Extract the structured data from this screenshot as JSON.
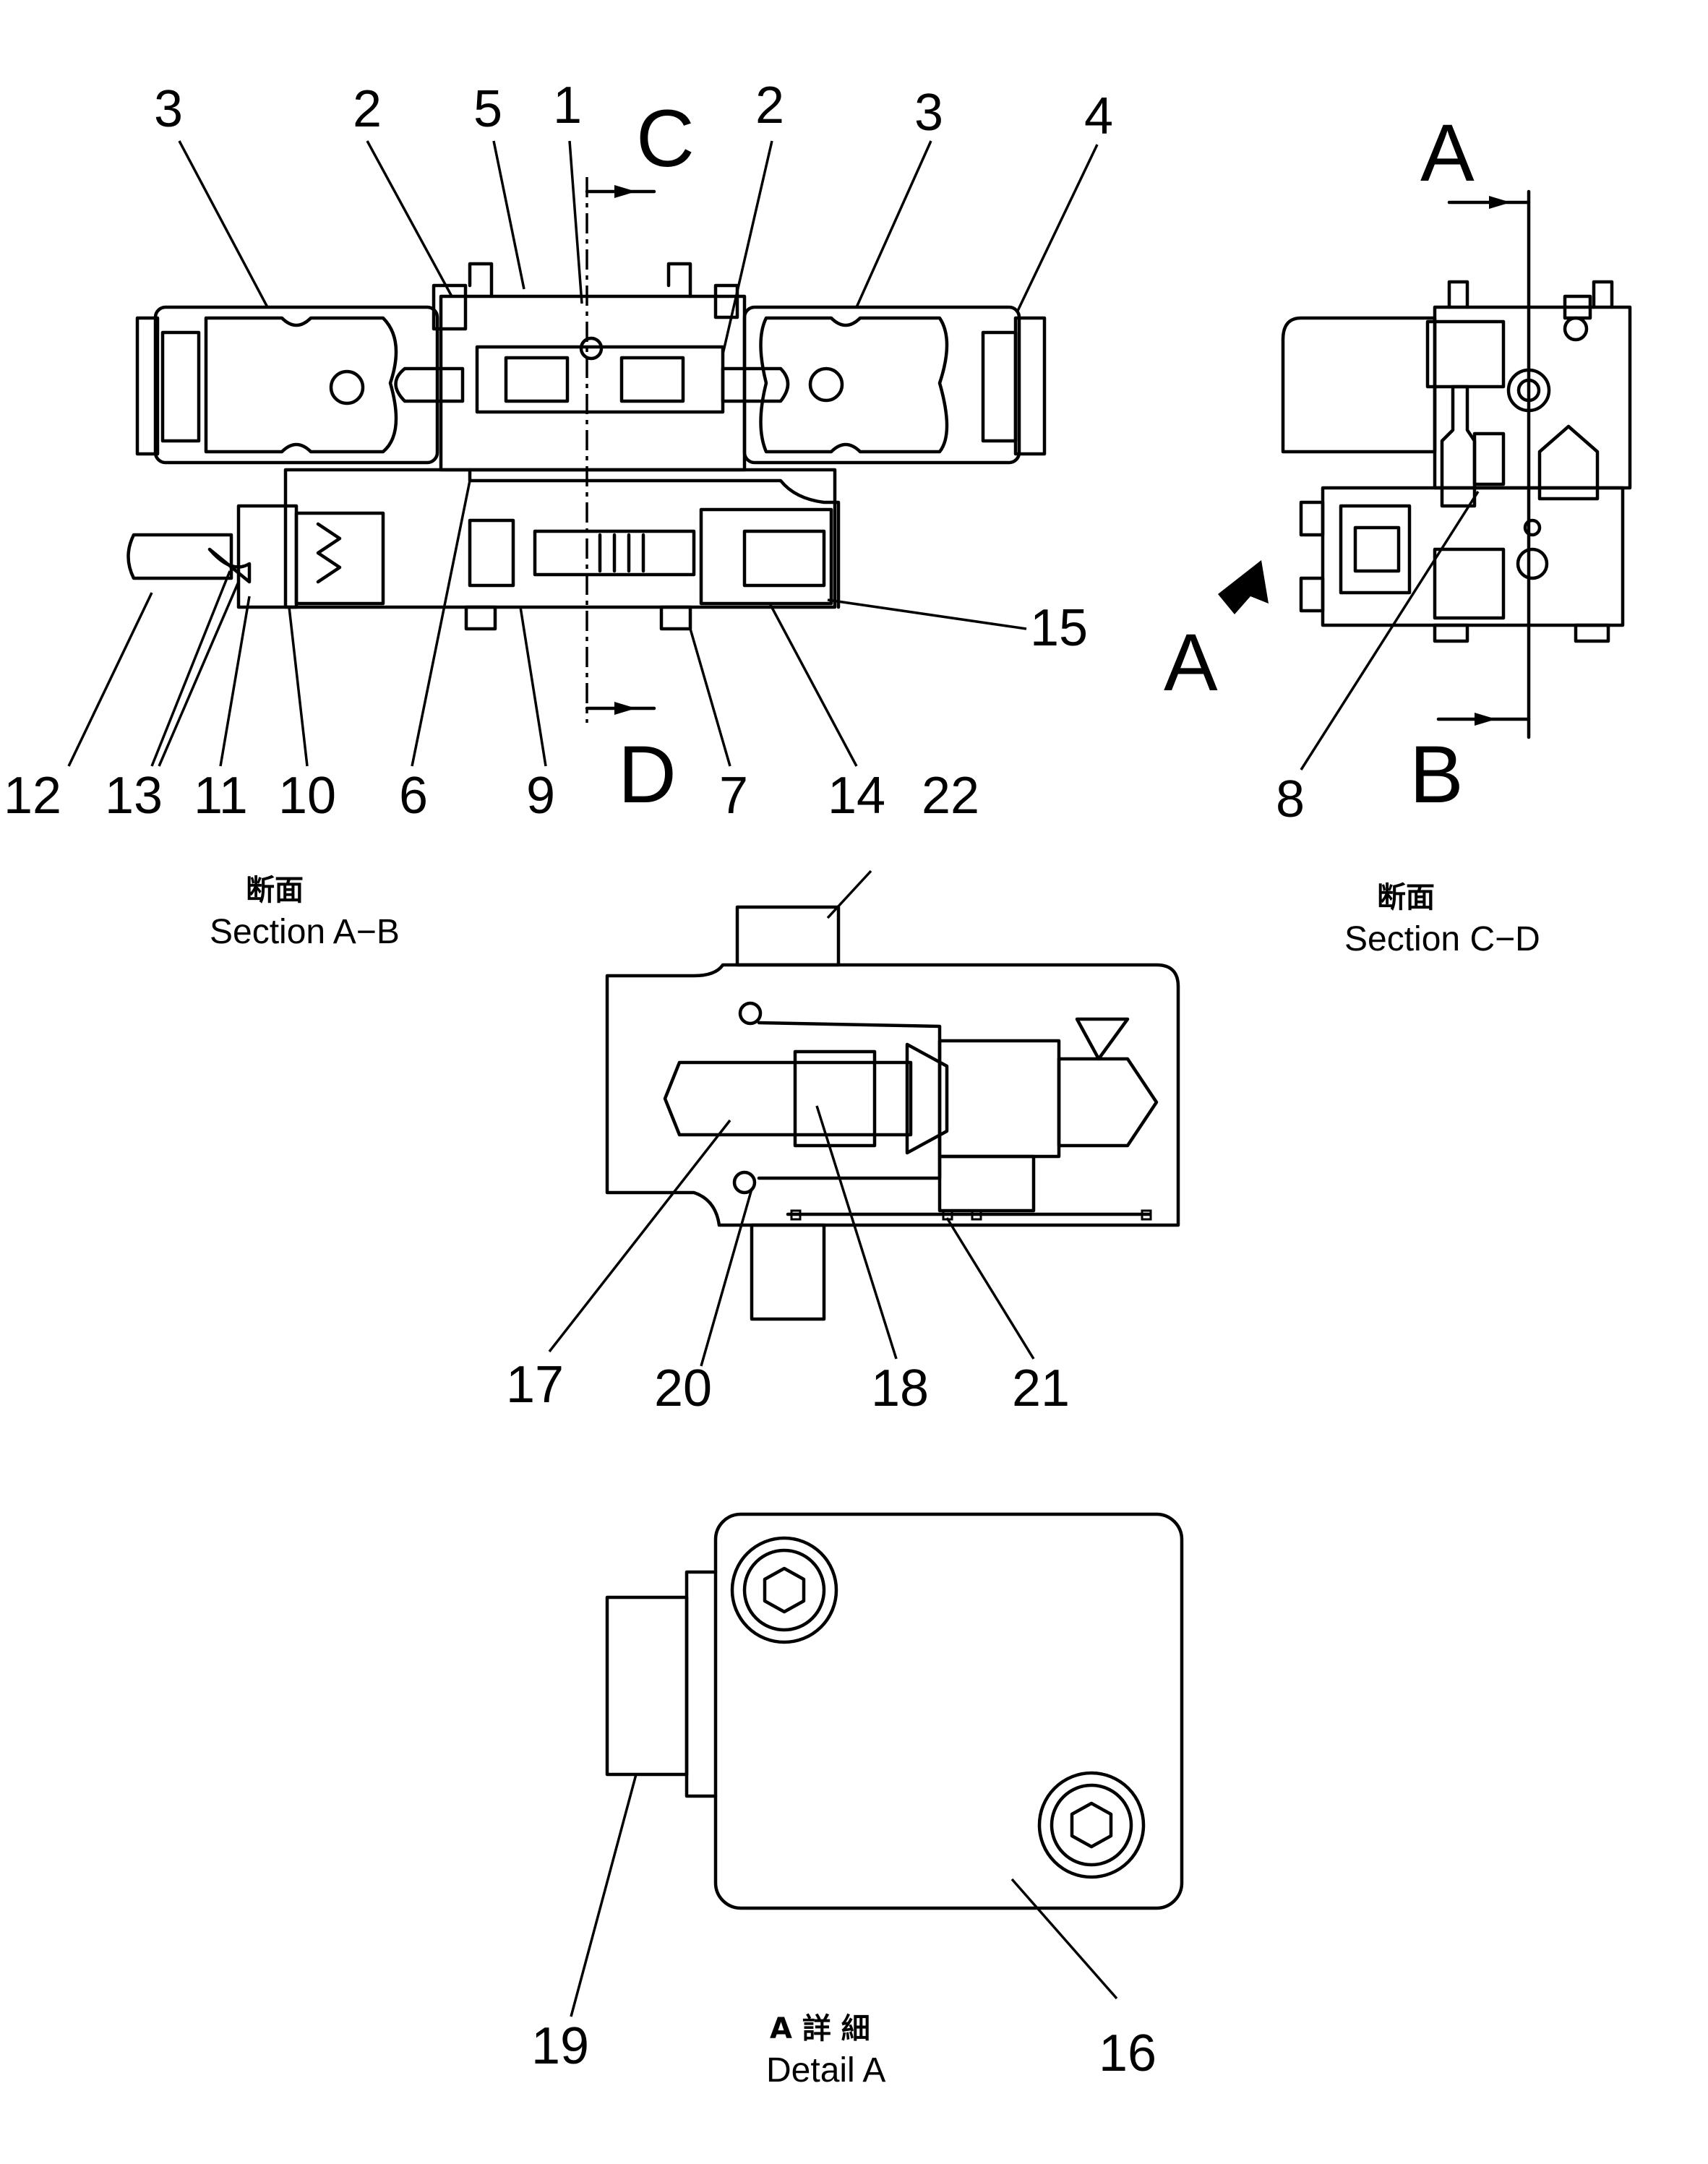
{
  "section_ab": {
    "title_jp": "断面",
    "title_en": "Section A−B",
    "cut_marks": {
      "top": "C",
      "bottom": "D"
    },
    "callouts": {
      "p3_left": "3",
      "p2_left": "2",
      "p5": "5",
      "p1": "1",
      "p2_right": "2",
      "p3_right": "3",
      "p4": "4",
      "p15": "15",
      "p12": "12",
      "p13": "13",
      "p11": "11",
      "p10": "10",
      "p6": "6",
      "p9": "9",
      "p7": "7",
      "p14": "14",
      "p22": "22"
    }
  },
  "section_cd": {
    "title_jp": "断面",
    "title_en": "Section C−D",
    "view_marks": {
      "top": "A",
      "bottom": "B",
      "arrow": "A"
    },
    "callouts": {
      "p8": "8"
    }
  },
  "valve_detail": {
    "callouts": {
      "p17": "17",
      "p20": "20",
      "p18": "18",
      "p21": "21"
    }
  },
  "detail_a": {
    "title_jp": "A 詳 細",
    "title_en": "Detail A",
    "callouts": {
      "p19": "19",
      "p16": "16"
    }
  }
}
